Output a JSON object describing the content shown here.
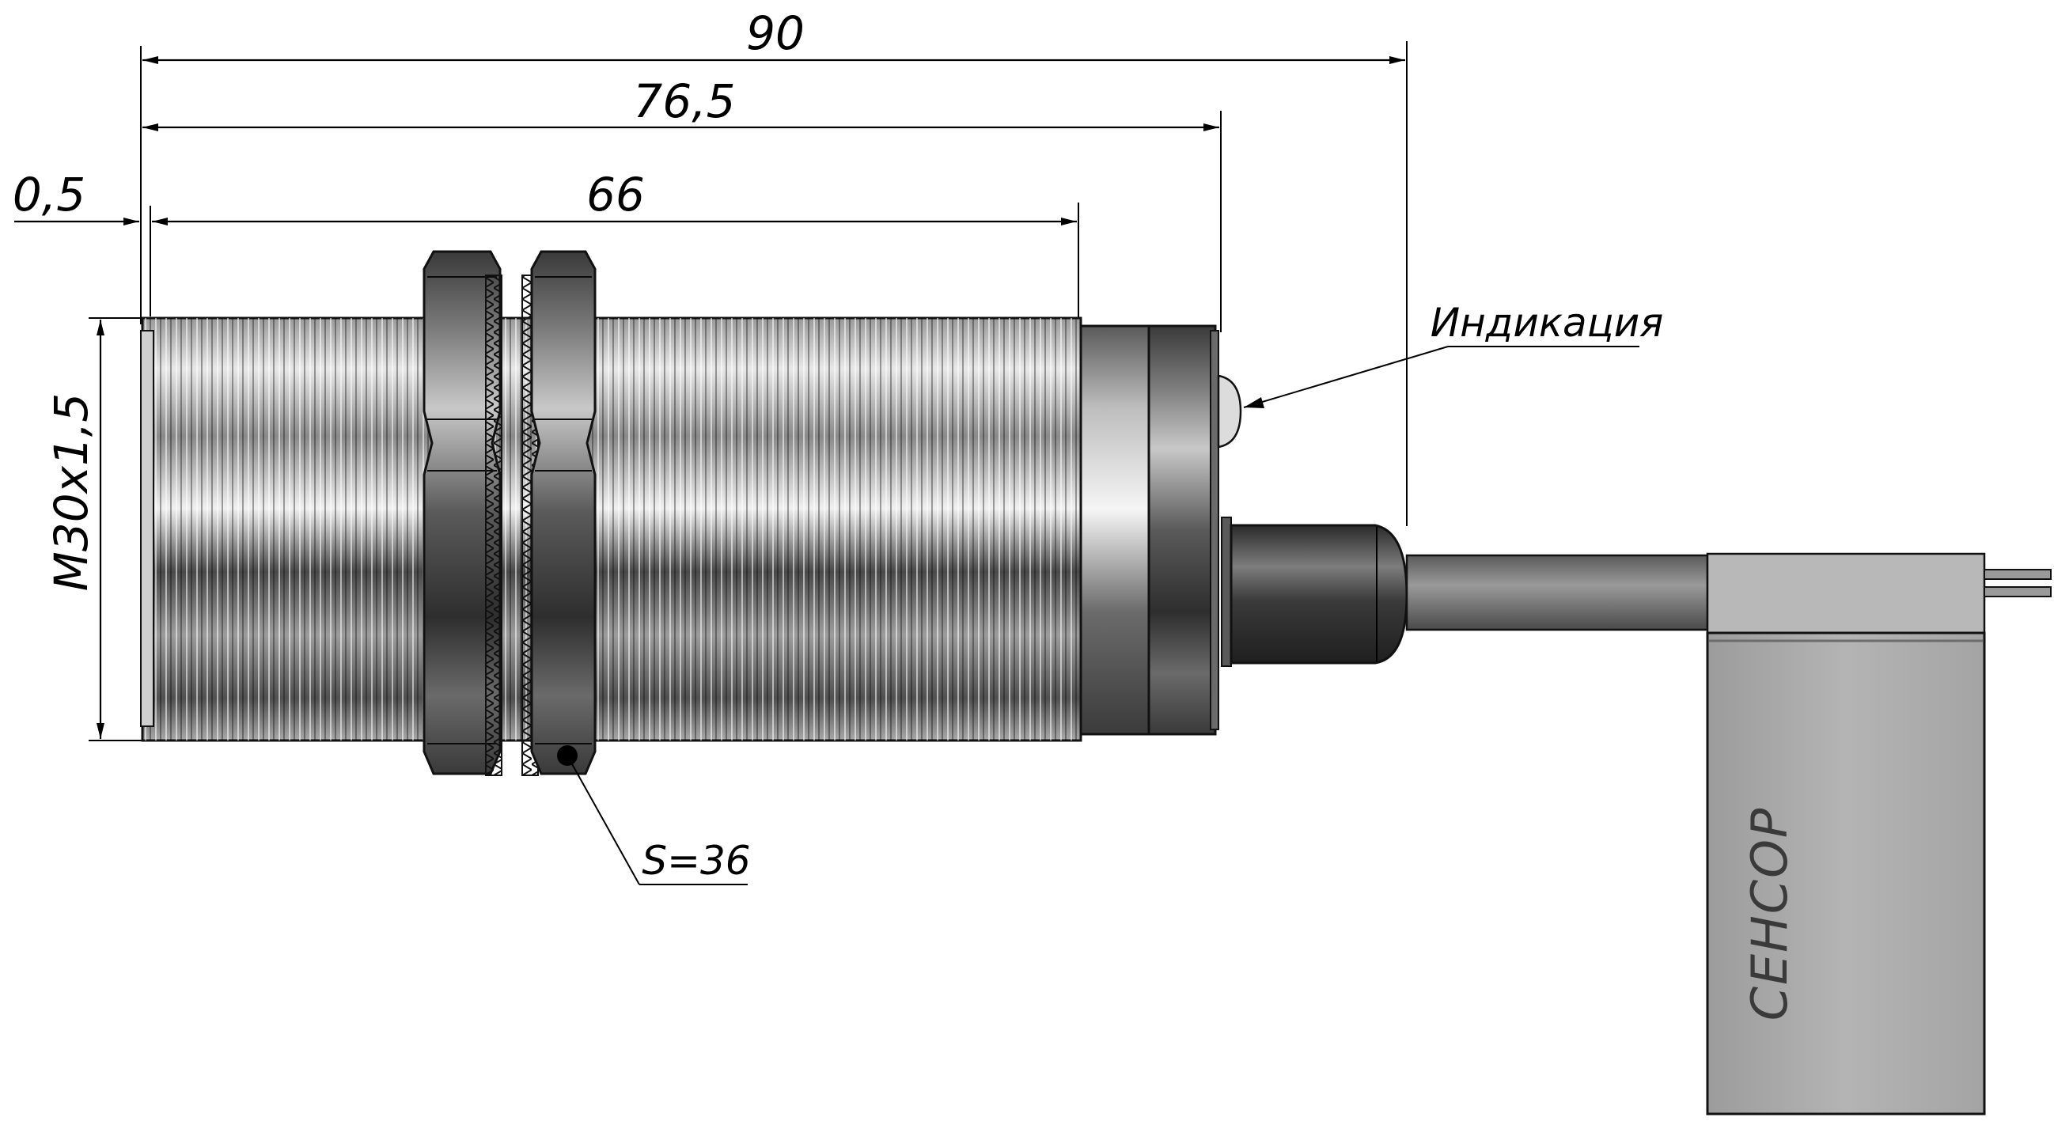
{
  "dimensions": {
    "overall_length": "90",
    "length_to_cap": "76,5",
    "thread_length": "66",
    "front_offset": "0,5",
    "thread_size": "M30x1,5"
  },
  "callouts": {
    "indicator_label": "Индикация",
    "wrench_size": "S=36"
  },
  "brand": {
    "label": "СЕНСОР"
  },
  "colors": {
    "background": "#ffffff",
    "linework": "#000000",
    "metal_light": "#d9d9d9",
    "metal_dark": "#3c3c3c",
    "cable": "#7a7a7a",
    "connector": "#b0b0b0"
  }
}
